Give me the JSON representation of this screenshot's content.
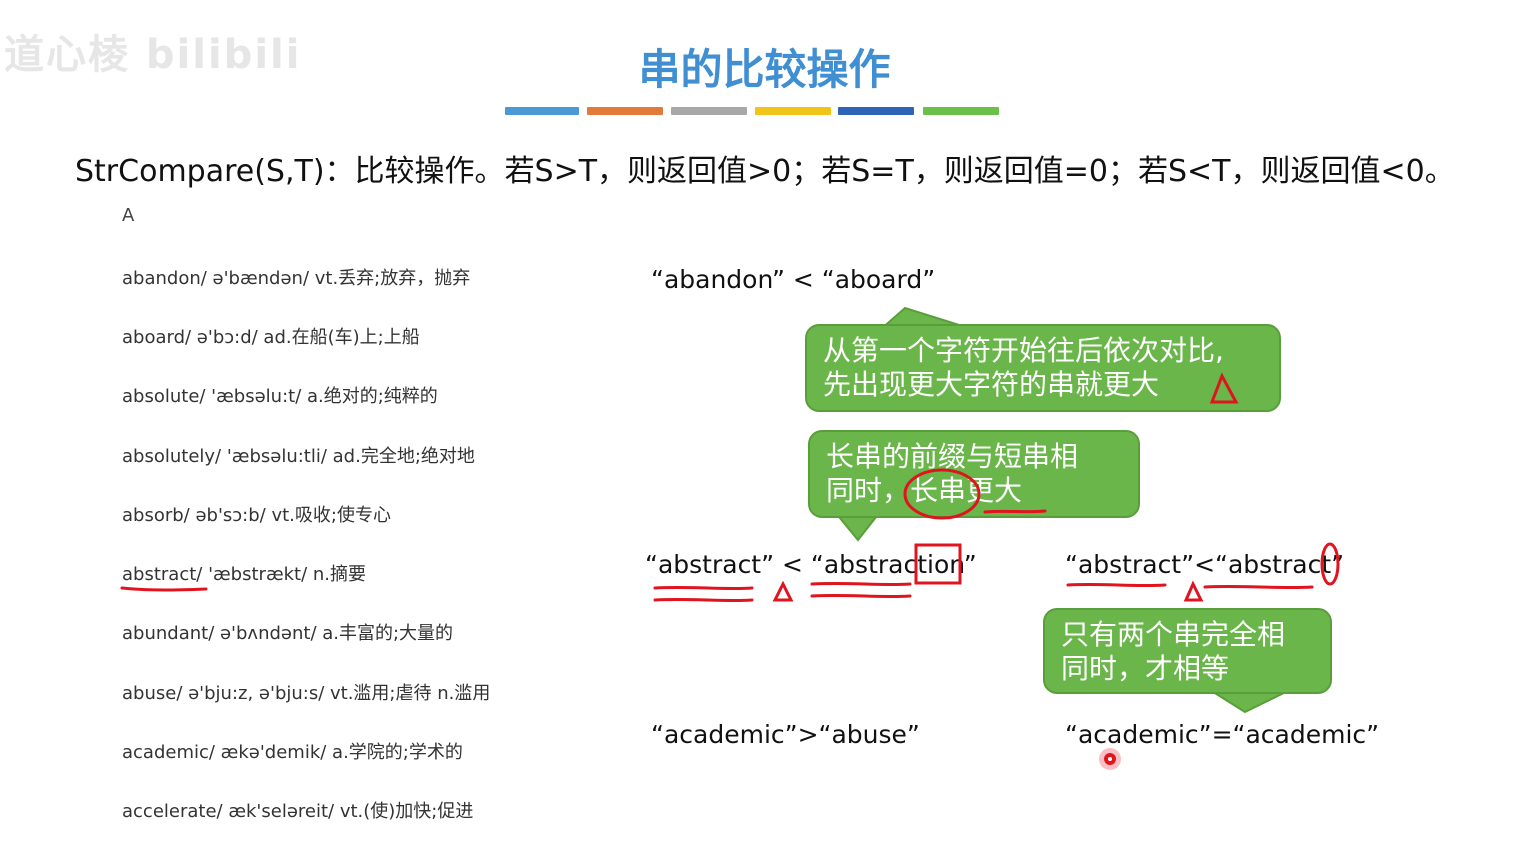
{
  "watermark": "道心棱 bilibili",
  "title": "串的比较操作",
  "title_bar_colors": [
    "#4a9ad6",
    "#e07b3a",
    "#a8a8a8",
    "#f0c419",
    "#2f63b8",
    "#6cc04a"
  ],
  "definition": "StrCompare(S,T)：比较操作。若S>T，则返回值>0；若S=T，则返回值=0；若S<T，则返回值<0。",
  "section_letter": "A",
  "words": [
    "abandon/ ə'bændən/ vt.丢弃;放弃，抛弃",
    "aboard/ ə'bɔ:d/ ad.在船(车)上;上船",
    "absolute/ 'æbsəlu:t/ a.绝对的;纯粹的",
    "absolutely/ 'æbsəlu:tli/ ad.完全地;绝对地",
    "absorb/ əb'sɔ:b/ vt.吸收;使专心",
    "abstract/ 'æbstrækt/ n.摘要",
    "abundant/ ə'bʌndənt/ a.丰富的;大量的",
    "abuse/ ə'bju:z, ə'bju:s/ vt.滥用;虐待 n.滥用",
    "academic/ ækə'demik/ a.学院的;学术的",
    "accelerate/ æk'seləreit/ vt.(使)加快;促进"
  ],
  "comparisons": {
    "c1": "“abandon” < “aboard”",
    "c2": "“abstract” < “abstraction”",
    "c3": "“abstract”<“abstract”",
    "c4": "“academic”>“abuse”",
    "c5": "“academic”=“academic”"
  },
  "bubbles": {
    "b1": [
      "从第一个字符开始往后依次对比,",
      "先出现更大字符的串就更大"
    ],
    "b2": [
      "长串的前缀与短串相",
      "同时，长串更大"
    ],
    "b3": [
      "只有两个串完全相",
      "同时，才相等"
    ]
  },
  "colors": {
    "title": "#3f8fd2",
    "bubble": "#6ab64a",
    "annotation": "#e0141e"
  }
}
